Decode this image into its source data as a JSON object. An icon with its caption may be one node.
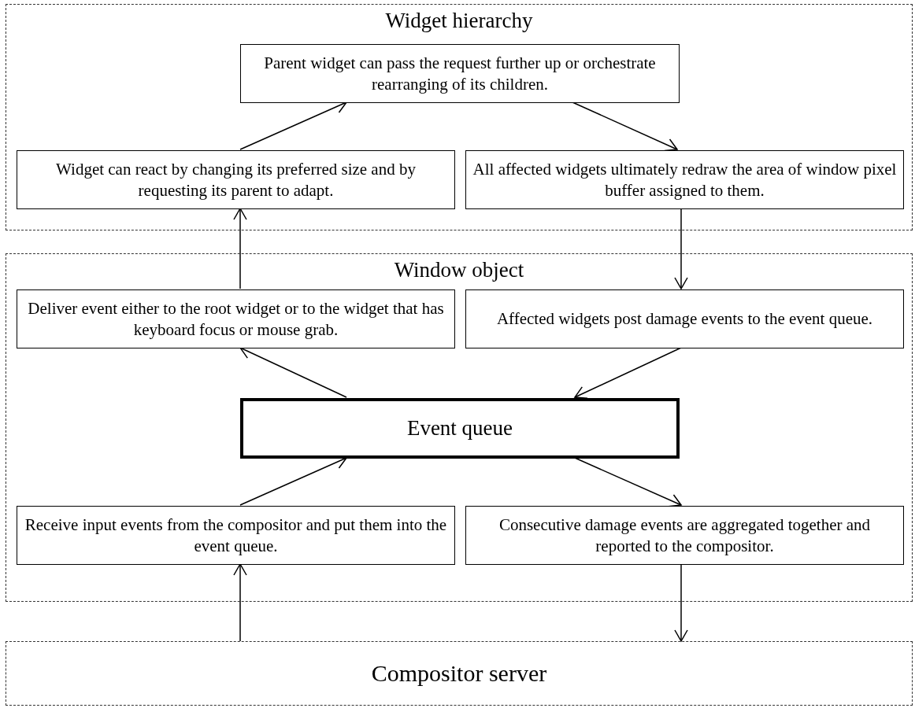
{
  "diagram": {
    "nodes": [
      {
        "text": [
          "Widget hierarchy"
        ]
      },
      {
        "text": [
          "Parent widget can pass the request further up or orchestrate rearranging of its children."
        ],
        "in": 0
      },
      {
        "text": [
          "Widget can react by changing its preferred size and by requesting its parent to adapt."
        ],
        "in": 0
      },
      {
        "text": [
          "All affected widgets ultimately redraw the area of window pixel buffer assigned to them."
        ],
        "in": 0
      },
      {
        "text": [
          "Window object"
        ]
      },
      {
        "text": [
          "Deliver event either to the root widget or to the widget that has keyboard focus or mouse grab."
        ],
        "in": 4
      },
      {
        "text": [
          "Affected widgets post damage events to the event queue."
        ],
        "in": 4
      },
      {
        "text": [
          "Event queue"
        ],
        "in": 4
      },
      {
        "text": [
          "Receive input events from the compositor and put them into the event queue."
        ],
        "in": 4
      },
      {
        "text": [
          "Consecutive damage events are aggregated together and reported to the compositor."
        ],
        "in": 4
      },
      {
        "text": [
          "Compositor server"
        ]
      }
    ],
    "edges": [
      {
        "from": 2,
        "to": 1,
        "arrow": "to"
      },
      {
        "from": 1,
        "to": 3,
        "arrow": "to"
      },
      {
        "from": 5,
        "to": 2,
        "arrow": "to"
      },
      {
        "from": 3,
        "to": 6,
        "arrow": "to"
      },
      {
        "from": 7,
        "to": 5,
        "arrow": "to"
      },
      {
        "from": 6,
        "to": 7,
        "arrow": "to"
      },
      {
        "from": 8,
        "to": 7,
        "arrow": "to"
      },
      {
        "from": 7,
        "to": 9,
        "arrow": "to"
      },
      {
        "from": 10,
        "to": 8,
        "arrow": "to"
      },
      {
        "from": 9,
        "to": 10,
        "arrow": "to"
      }
    ]
  }
}
